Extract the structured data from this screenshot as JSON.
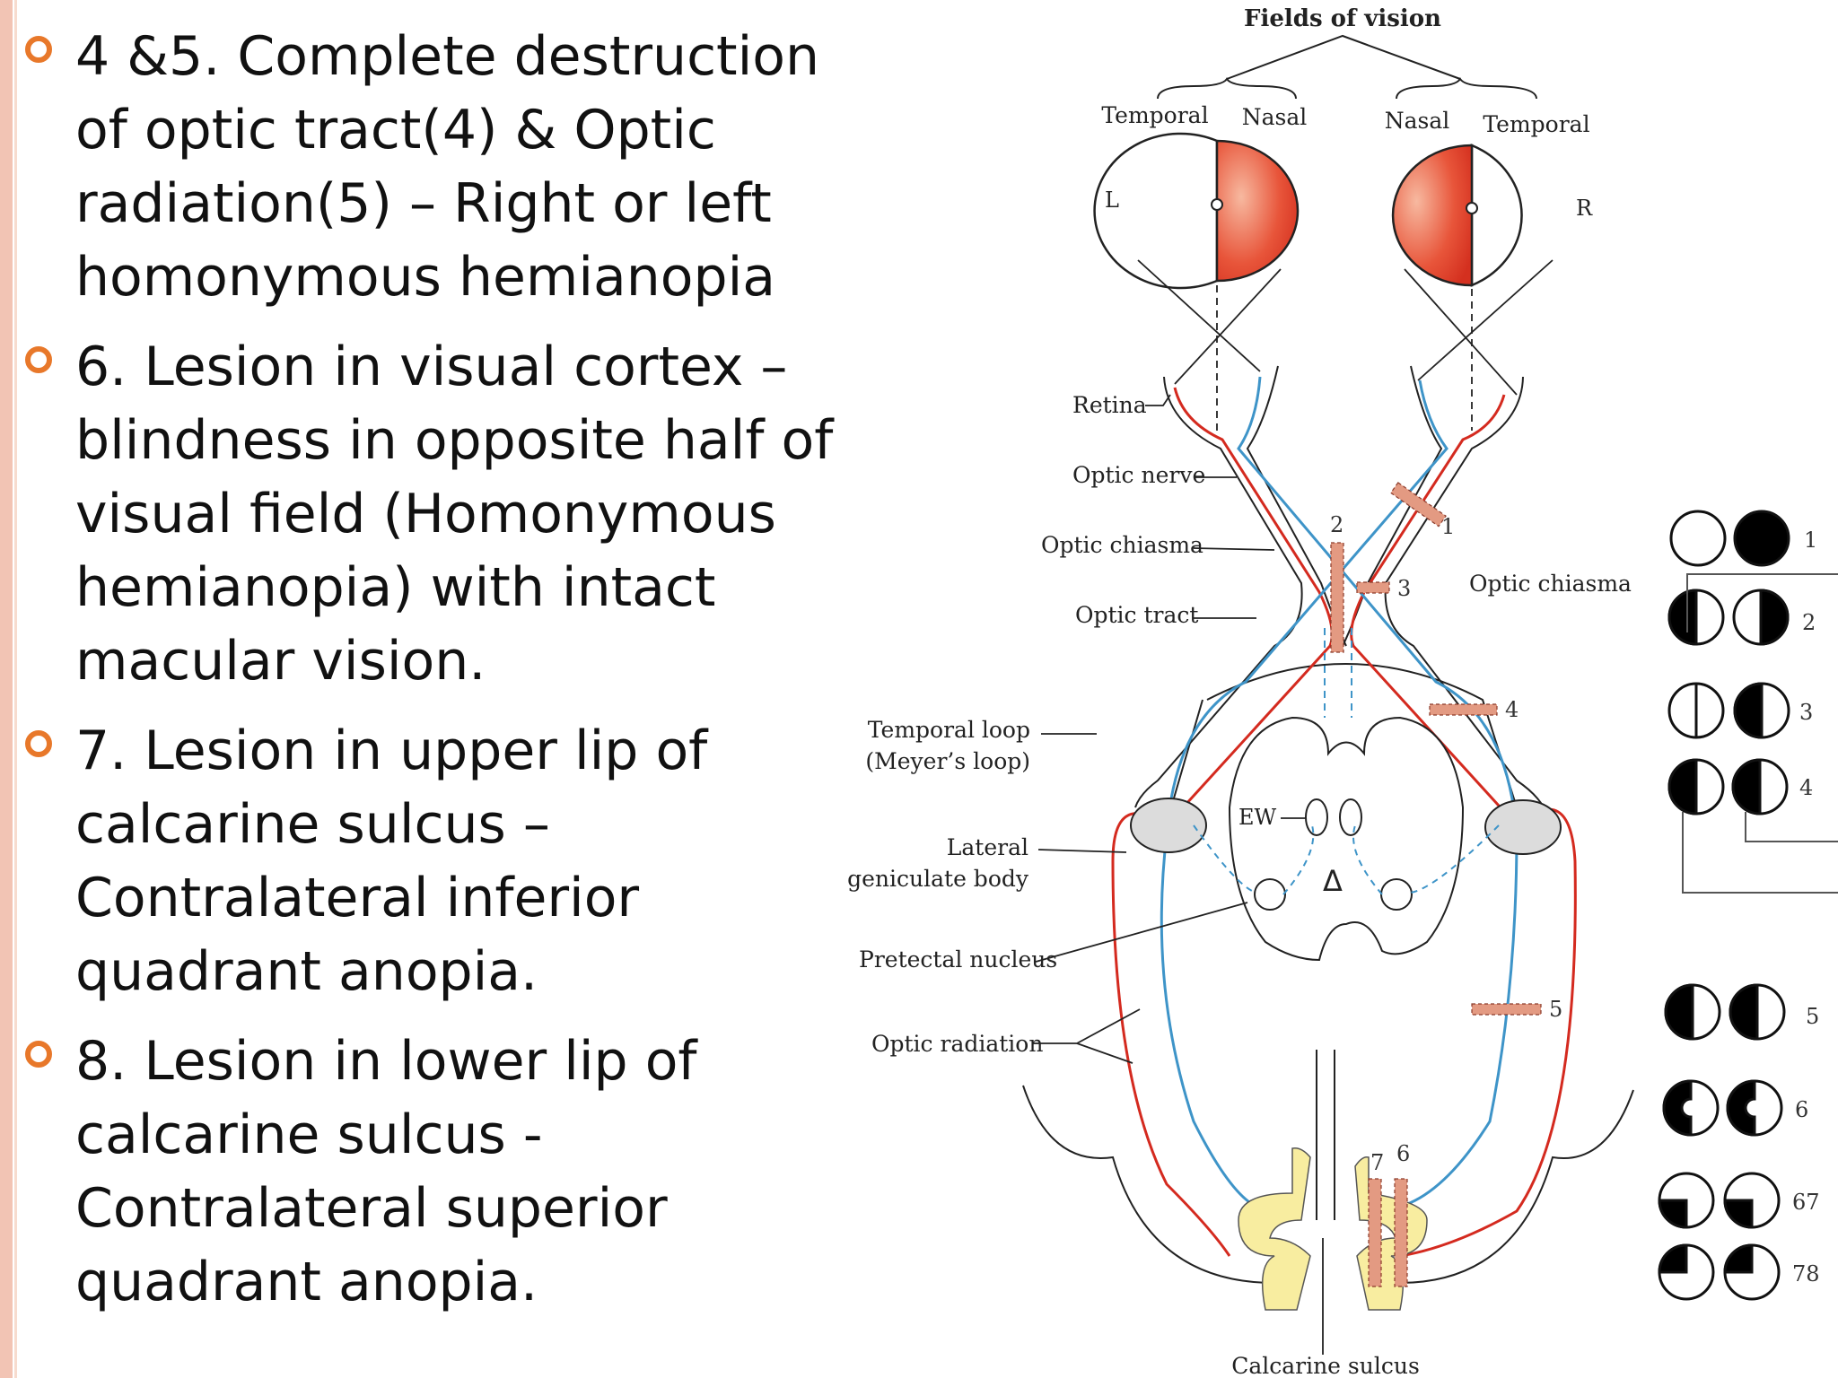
{
  "bullets": [
    {
      "text": "4 &5. Complete destruction of optic tract(4) & Optic radiation(5) – Right or left homonymous hemianopia"
    },
    {
      "text": "6. Lesion in visual cortex – blindness in opposite half of visual field (Homonymous hemianopia) with intact macular vision."
    },
    {
      "text": "7. Lesion in upper lip of calcarine sulcus – Contralateral inferior quadrant anopia."
    },
    {
      "text": " 8. Lesion in lower lip of calcarine sulcus - Contralateral superior quadrant anopia."
    }
  ],
  "diagram": {
    "title": "Fields of vision",
    "eye_left": {
      "temporal": "Temporal",
      "nasal": "Nasal",
      "side": "L"
    },
    "eye_right": {
      "nasal": "Nasal",
      "temporal": "Temporal",
      "side": "R"
    },
    "labels": {
      "retina": "Retina",
      "optic_nerve": "Optic nerve",
      "optic_chiasma": "Optic chiasma",
      "optic_tract": "Optic tract",
      "temporal_loop_1": "Temporal loop",
      "temporal_loop_2": "(Meyer’s loop)",
      "lgb_1": "Lateral",
      "lgb_2": "geniculate body",
      "pretectal": "Pretectal nucleus",
      "optic_radiation": "Optic radiation",
      "calcarine": "Calcarine sulcus",
      "optic_chiasma_right": "Optic chiasma",
      "ew": "EW"
    },
    "lesion_numbers": [
      "1",
      "2",
      "3",
      "4",
      "5",
      "6",
      "7"
    ],
    "field_rows": [
      {
        "number": "1"
      },
      {
        "number": "2"
      },
      {
        "number": "3"
      },
      {
        "number": "4"
      },
      {
        "number": "5"
      },
      {
        "number": "6"
      },
      {
        "number": "67"
      },
      {
        "number": "78"
      }
    ]
  }
}
